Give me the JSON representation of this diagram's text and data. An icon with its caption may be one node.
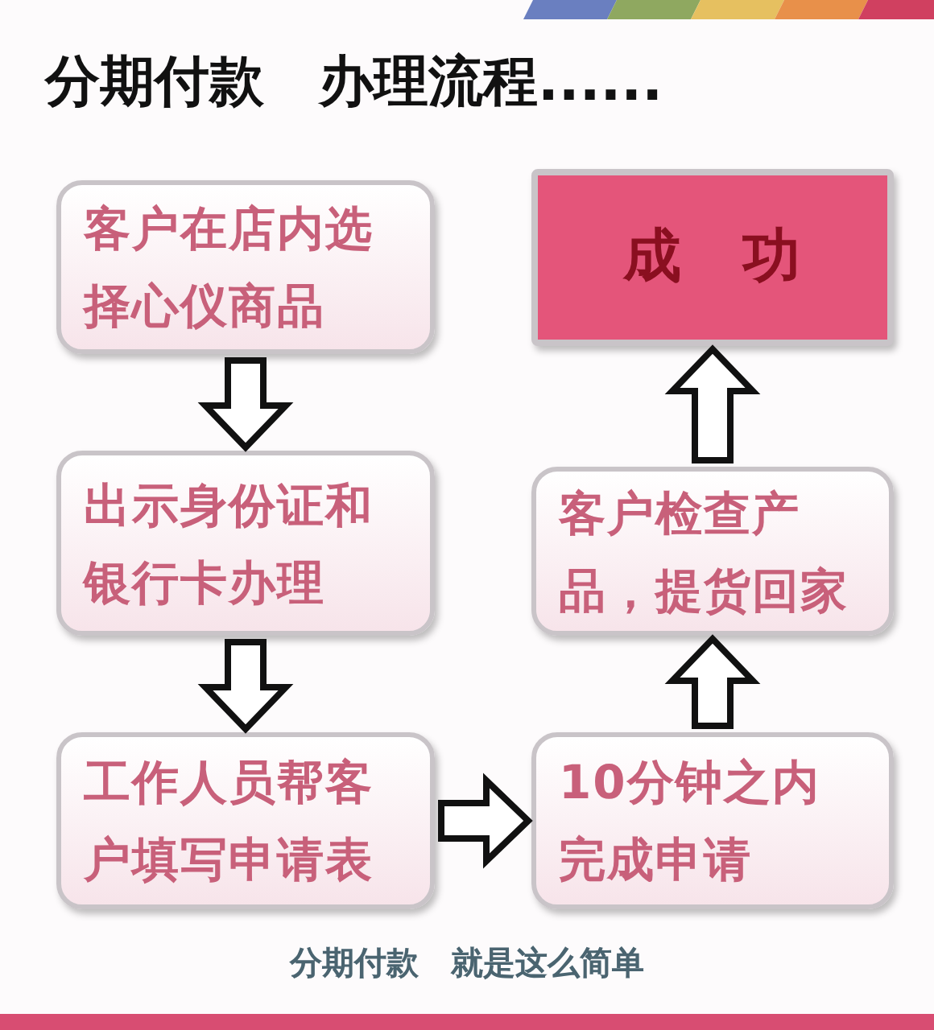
{
  "diagram": {
    "title": "分期付款　办理流程......",
    "nodes": [
      {
        "text": [
          "客户在店内选择心仪商品"
        ]
      },
      {
        "text": [
          "出示身份证和银行卡办理"
        ]
      },
      {
        "text": [
          "工作人员帮客户填写申请表"
        ]
      },
      {
        "text": [
          "10分钟之内完成申请"
        ]
      },
      {
        "text": [
          "客户检查产品，提货回家"
        ]
      },
      {
        "text": [
          "成　功"
        ]
      }
    ],
    "edges": [
      {
        "from": 0,
        "to": 1,
        "arrow": "to"
      },
      {
        "from": 1,
        "to": 2,
        "arrow": "to"
      },
      {
        "from": 2,
        "to": 3,
        "arrow": "to"
      },
      {
        "from": 3,
        "to": 4,
        "arrow": "to"
      },
      {
        "from": 4,
        "to": 5,
        "arrow": "to"
      }
    ],
    "caption": "分期付款　就是这么简单"
  }
}
